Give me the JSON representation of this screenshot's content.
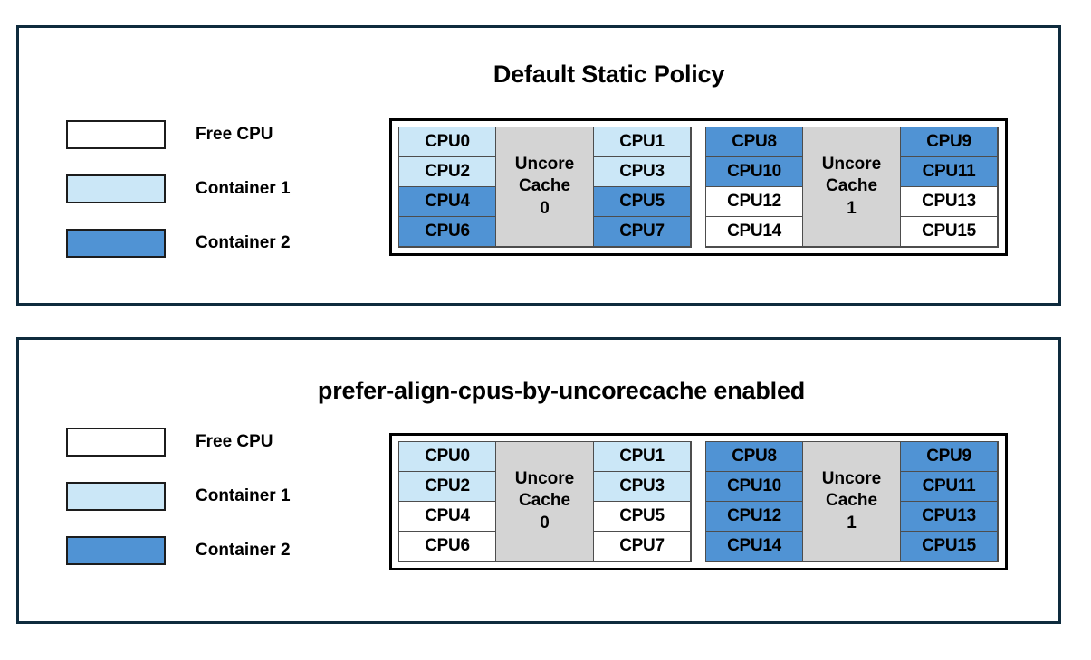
{
  "colors": {
    "panel_border": "#0e2b3d",
    "free_cpu": "#ffffff",
    "container_1": "#cbe7f7",
    "container_2": "#5093d4",
    "uncore_cache": "#d4d4d4",
    "cell_border": "#4d4d4d",
    "text": "#000000"
  },
  "legend": {
    "free_cpu": "Free CPU",
    "container_1": "Container 1",
    "container_2": "Container 2"
  },
  "panels": [
    {
      "title": "Default Static Policy",
      "sockets": [
        {
          "uncore_label_line1": "Uncore",
          "uncore_label_line2": "Cache",
          "uncore_label_line3": "0",
          "left_column": [
            {
              "label": "CPU0",
              "state": "container_1"
            },
            {
              "label": "CPU2",
              "state": "container_1"
            },
            {
              "label": "CPU4",
              "state": "container_2"
            },
            {
              "label": "CPU6",
              "state": "container_2"
            }
          ],
          "right_column": [
            {
              "label": "CPU1",
              "state": "container_1"
            },
            {
              "label": "CPU3",
              "state": "container_1"
            },
            {
              "label": "CPU5",
              "state": "container_2"
            },
            {
              "label": "CPU7",
              "state": "container_2"
            }
          ]
        },
        {
          "uncore_label_line1": "Uncore",
          "uncore_label_line2": "Cache",
          "uncore_label_line3": "1",
          "left_column": [
            {
              "label": "CPU8",
              "state": "container_2"
            },
            {
              "label": "CPU10",
              "state": "container_2"
            },
            {
              "label": "CPU12",
              "state": "free"
            },
            {
              "label": "CPU14",
              "state": "free"
            }
          ],
          "right_column": [
            {
              "label": "CPU9",
              "state": "container_2"
            },
            {
              "label": "CPU11",
              "state": "container_2"
            },
            {
              "label": "CPU13",
              "state": "free"
            },
            {
              "label": "CPU15",
              "state": "free"
            }
          ]
        }
      ]
    },
    {
      "title": "prefer-align-cpus-by-uncorecache enabled",
      "sockets": [
        {
          "uncore_label_line1": "Uncore",
          "uncore_label_line2": "Cache",
          "uncore_label_line3": "0",
          "left_column": [
            {
              "label": "CPU0",
              "state": "container_1"
            },
            {
              "label": "CPU2",
              "state": "container_1"
            },
            {
              "label": "CPU4",
              "state": "free"
            },
            {
              "label": "CPU6",
              "state": "free"
            }
          ],
          "right_column": [
            {
              "label": "CPU1",
              "state": "container_1"
            },
            {
              "label": "CPU3",
              "state": "container_1"
            },
            {
              "label": "CPU5",
              "state": "free"
            },
            {
              "label": "CPU7",
              "state": "free"
            }
          ]
        },
        {
          "uncore_label_line1": "Uncore",
          "uncore_label_line2": "Cache",
          "uncore_label_line3": "1",
          "left_column": [
            {
              "label": "CPU8",
              "state": "container_2"
            },
            {
              "label": "CPU10",
              "state": "container_2"
            },
            {
              "label": "CPU12",
              "state": "container_2"
            },
            {
              "label": "CPU14",
              "state": "container_2"
            }
          ],
          "right_column": [
            {
              "label": "CPU9",
              "state": "container_2"
            },
            {
              "label": "CPU11",
              "state": "container_2"
            },
            {
              "label": "CPU13",
              "state": "container_2"
            },
            {
              "label": "CPU15",
              "state": "container_2"
            }
          ]
        }
      ]
    }
  ]
}
